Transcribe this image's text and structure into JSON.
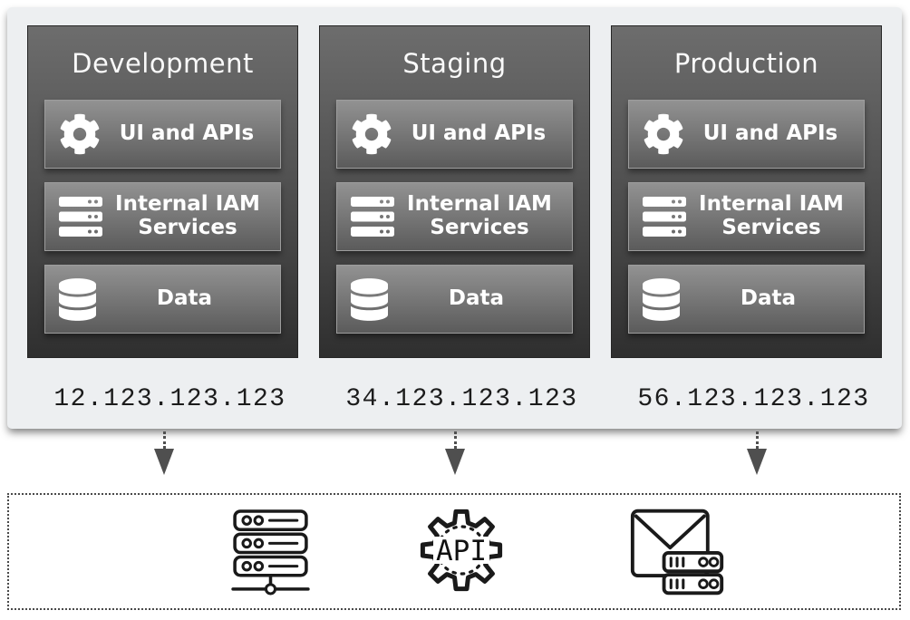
{
  "environments": [
    {
      "title": "Development",
      "ip": "12.123.123.123",
      "boxes": [
        {
          "icon": "gear-icon",
          "label": "UI and APIs"
        },
        {
          "icon": "server-stack-icon",
          "label": "Internal IAM Services"
        },
        {
          "icon": "database-icon",
          "label": "Data"
        }
      ]
    },
    {
      "title": "Staging",
      "ip": "34.123.123.123",
      "boxes": [
        {
          "icon": "gear-icon",
          "label": "UI and APIs"
        },
        {
          "icon": "server-stack-icon",
          "label": "Internal IAM Services"
        },
        {
          "icon": "database-icon",
          "label": "Data"
        }
      ]
    },
    {
      "title": "Production",
      "ip": "56.123.123.123",
      "boxes": [
        {
          "icon": "gear-icon",
          "label": "UI and APIs"
        },
        {
          "icon": "server-stack-icon",
          "label": "Internal IAM Services"
        },
        {
          "icon": "database-icon",
          "label": "Data"
        }
      ]
    }
  ],
  "external_zone": {
    "icons": [
      {
        "name": "server-rack-icon"
      },
      {
        "name": "api-gear-icon",
        "label": "API"
      },
      {
        "name": "mail-server-icon"
      }
    ]
  },
  "colors": {
    "canvas_bg": "#ffffff",
    "container_bg": "#edeff1",
    "panel_gradient_top": "#6d6d6d",
    "panel_gradient_bottom": "#2f2f2f",
    "box_gradient_top": "#929292",
    "box_gradient_bottom": "#5b5b5b",
    "text_on_dark": "#ffffff",
    "ip_text": "#1c1c1c",
    "arrow": "#4f4f4f",
    "outline_icon_stroke": "#1a1a1a"
  }
}
